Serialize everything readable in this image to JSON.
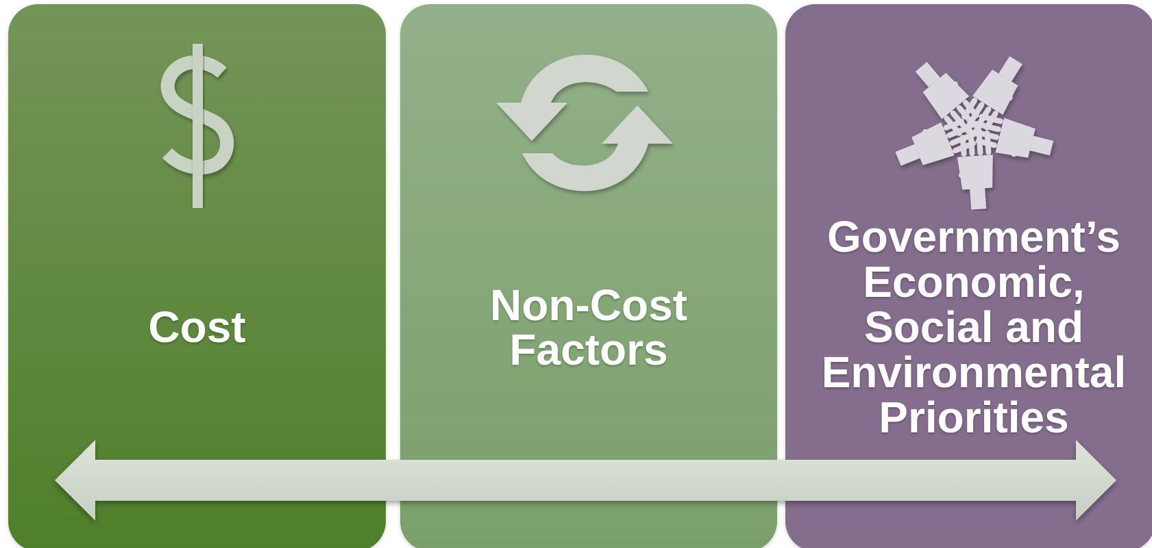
{
  "panels": [
    {
      "id": "cost",
      "label": "Cost",
      "icon": "dollar-sign-icon",
      "color": "#5e8a38"
    },
    {
      "id": "non_cost",
      "label": "Non-Cost\nFactors",
      "icon": "cycle-arrows-icon",
      "color": "#86a87a"
    },
    {
      "id": "government",
      "label": "Government’s\nEconomic,\nSocial and\nEnvironmental\nPriorities",
      "icon": "hands-together-icon",
      "color": "#846d8d"
    }
  ],
  "connector": {
    "icon": "double-headed-arrow-icon",
    "color": "#d4dcd0"
  }
}
